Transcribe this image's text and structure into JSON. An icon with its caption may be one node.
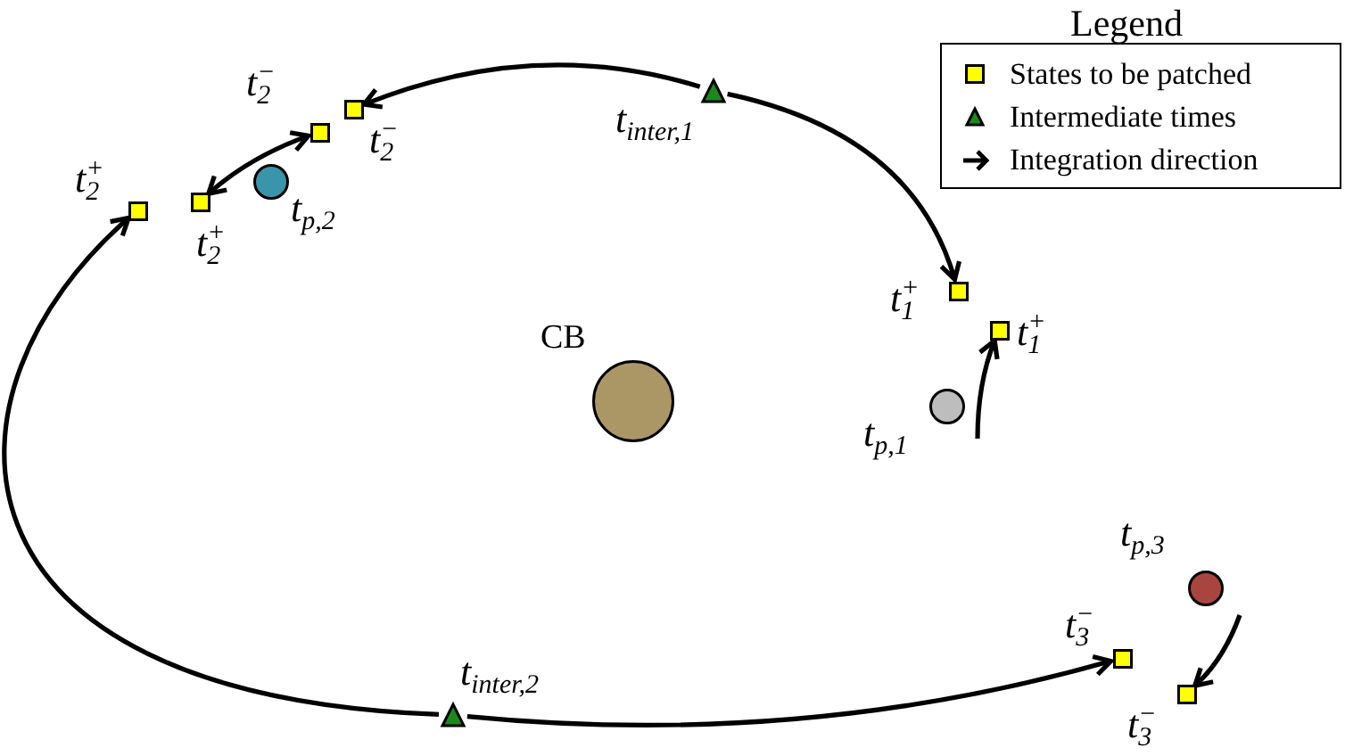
{
  "diagram": {
    "nodes": [
      {
        "text": [],
        "shape": "triangle",
        "beside": [
          "t$_{inter,1}$"
        ]
      },
      {
        "text": [],
        "shape": "box",
        "beside": [
          "t$_{2}$$^{−}$"
        ]
      },
      {
        "text": [],
        "shape": "box",
        "beside": [
          "t$_{2}$$^{−}$"
        ]
      },
      {
        "text": [],
        "shape": "circle",
        "beside": [
          "t$_{p,2}$"
        ]
      },
      {
        "text": [],
        "shape": "box",
        "beside": [
          "t$_{2}$$^{+}$"
        ]
      },
      {
        "text": [],
        "shape": "box",
        "beside": [
          "t$_{2}$$^{+}$"
        ]
      },
      {
        "text": [],
        "shape": "box",
        "beside": [
          "t$_{1}$$^{+}$"
        ]
      },
      {
        "text": [],
        "shape": "box",
        "beside": [
          "t$_{1}$$^{+}$"
        ]
      },
      {
        "text": [],
        "shape": "circle",
        "beside": [
          "CB"
        ]
      },
      {
        "text": [],
        "shape": "circle",
        "beside": [
          "t$_{p,1}$"
        ]
      },
      {
        "text": [],
        "shape": "circle",
        "beside": [
          "t$_{p,3}$"
        ]
      },
      {
        "text": [],
        "shape": "box",
        "beside": [
          "t$_{3}$$^{−}$"
        ]
      },
      {
        "text": [],
        "shape": "box",
        "beside": [
          "t$_{3}$$^{−}$"
        ]
      },
      {
        "text": [],
        "shape": "triangle",
        "beside": [
          "t$_{inter,2}$"
        ]
      }
    ],
    "edges": [
      {
        "from": 0,
        "to": 1,
        "arrow": "to"
      },
      {
        "from": 0,
        "to": 6,
        "arrow": "to"
      },
      {
        "from": 2,
        "to": 4,
        "arrow": "both"
      },
      {
        "from": null,
        "to": 7,
        "arrow": "to"
      },
      {
        "from": 13,
        "to": 5,
        "arrow": "to"
      },
      {
        "from": 13,
        "to": 11,
        "arrow": "to"
      },
      {
        "from": null,
        "to": 12,
        "arrow": "to"
      }
    ],
    "labels": [
      "Legend"
    ],
    "legend": [
      {
        "text": "States to be patched"
      },
      {
        "text": "Intermediate times"
      },
      {
        "text": "Integration direction"
      }
    ]
  }
}
